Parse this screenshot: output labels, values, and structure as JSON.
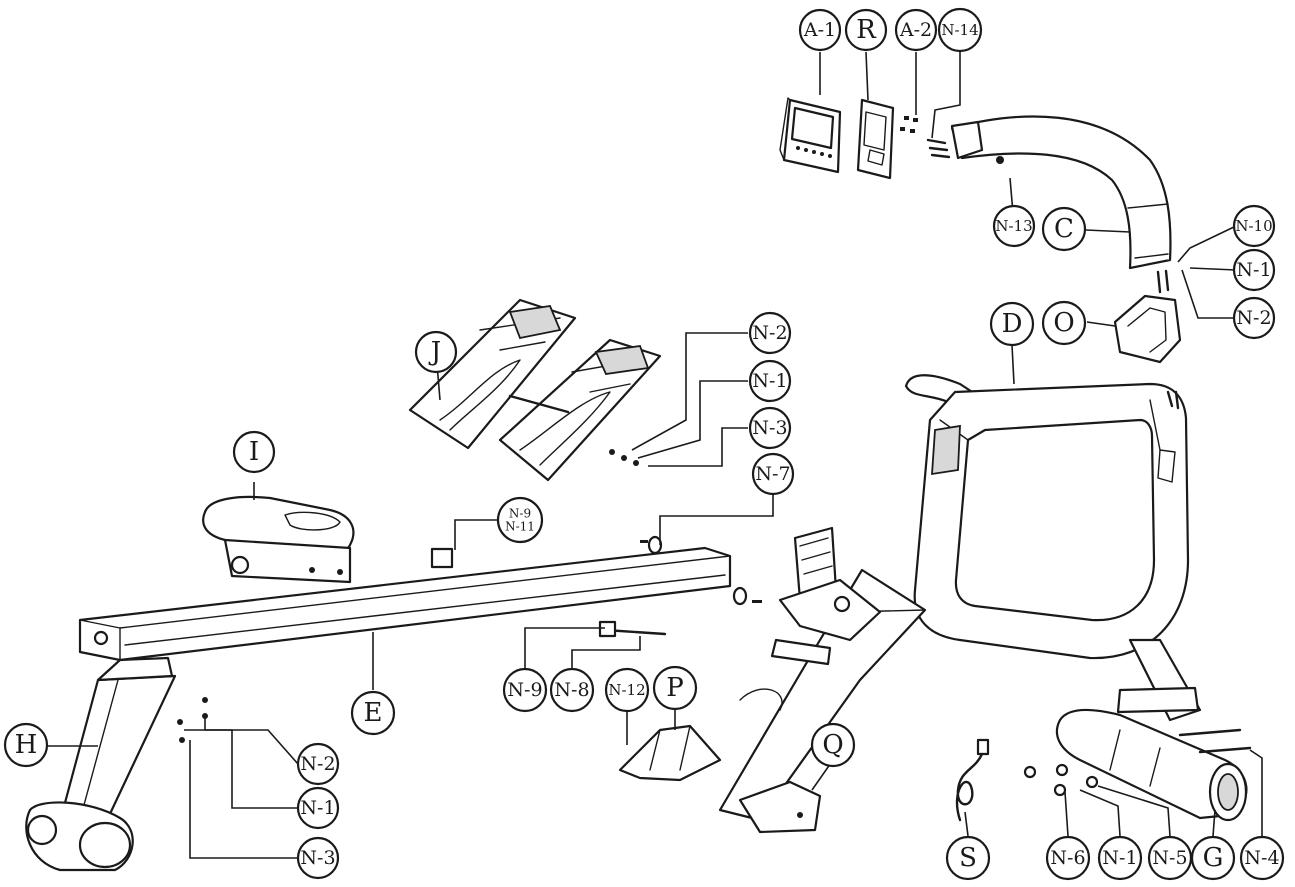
{
  "callouts": [
    {
      "id": "A-1",
      "label": "A-1"
    },
    {
      "id": "R",
      "label": "R"
    },
    {
      "id": "A-2",
      "label": "A-2"
    },
    {
      "id": "N-14",
      "label": "N-14"
    },
    {
      "id": "N-13",
      "label": "N-13"
    },
    {
      "id": "C",
      "label": "C"
    },
    {
      "id": "N-10",
      "label": "N-10"
    },
    {
      "id": "N-1-top",
      "label": "N-1"
    },
    {
      "id": "N-2-top",
      "label": "N-2"
    },
    {
      "id": "O",
      "label": "O"
    },
    {
      "id": "D",
      "label": "D"
    },
    {
      "id": "J",
      "label": "J"
    },
    {
      "id": "N-2-mid",
      "label": "N-2"
    },
    {
      "id": "N-1-mid",
      "label": "N-1"
    },
    {
      "id": "N-3-mid",
      "label": "N-3"
    },
    {
      "id": "N-7",
      "label": "N-7"
    },
    {
      "id": "N-9-N-11",
      "label": "N-9\nN-11"
    },
    {
      "id": "I",
      "label": "I"
    },
    {
      "id": "E",
      "label": "E"
    },
    {
      "id": "N-9",
      "label": "N-9"
    },
    {
      "id": "N-8",
      "label": "N-8"
    },
    {
      "id": "N-12",
      "label": "N-12"
    },
    {
      "id": "P",
      "label": "P"
    },
    {
      "id": "Q",
      "label": "Q"
    },
    {
      "id": "H",
      "label": "H"
    },
    {
      "id": "N-2-low",
      "label": "N-2"
    },
    {
      "id": "N-1-low",
      "label": "N-1"
    },
    {
      "id": "N-3-low",
      "label": "N-3"
    },
    {
      "id": "S",
      "label": "S"
    },
    {
      "id": "N-6",
      "label": "N-6"
    },
    {
      "id": "N-1-bottom",
      "label": "N-1"
    },
    {
      "id": "N-5",
      "label": "N-5"
    },
    {
      "id": "G",
      "label": "G"
    },
    {
      "id": "N-4",
      "label": "N-4"
    }
  ]
}
